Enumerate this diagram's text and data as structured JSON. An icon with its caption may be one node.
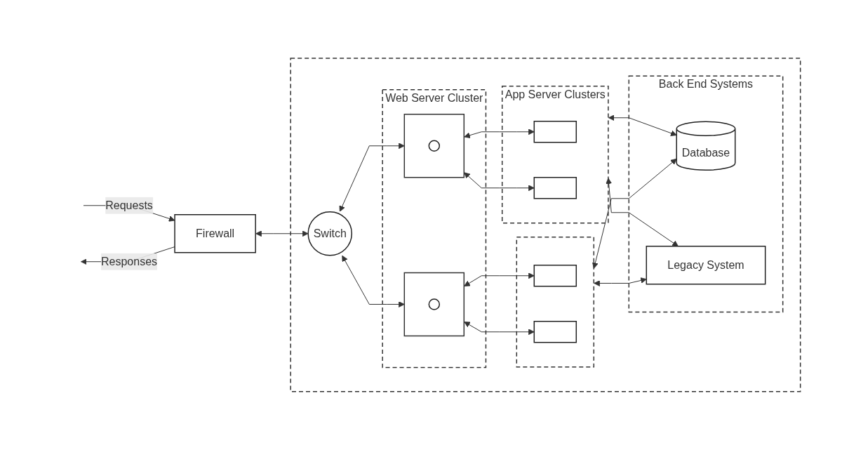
{
  "diagram": {
    "nodes": [
      {
        "text": [
          "Firewall"
        ]
      },
      {
        "text": [],
        "shape": "box"
      },
      {
        "text": [
          "Switch"
        ],
        "in": 1
      },
      {
        "text": [
          "Web Server Cluster"
        ],
        "in": 1
      },
      {
        "text": [],
        "shape": "box",
        "in": 3
      },
      {
        "text": [],
        "shape": "circle",
        "in": 4
      },
      {
        "text": [],
        "shape": "box",
        "in": 3
      },
      {
        "text": [],
        "shape": "circle",
        "in": 6
      },
      {
        "text": [
          "App Server Clusters"
        ],
        "in": 1
      },
      {
        "text": [],
        "shape": "box",
        "in": 8
      },
      {
        "text": [],
        "shape": "box",
        "in": 8
      },
      {
        "text": [],
        "shape": "box",
        "in": 1
      },
      {
        "text": [],
        "shape": "box",
        "in": 11
      },
      {
        "text": [],
        "shape": "box",
        "in": 11
      },
      {
        "text": [
          "Back End Systems"
        ],
        "in": 1
      },
      {
        "text": [
          "Database"
        ],
        "in": 14
      },
      {
        "text": [
          "Legacy System"
        ],
        "in": 14
      }
    ],
    "edges": [
      {
        "from": null,
        "to": 0,
        "arrow": "to",
        "label": "Requests"
      },
      {
        "from": 0,
        "to": null,
        "arrow": "to",
        "label": "Responses"
      },
      {
        "from": 0,
        "to": 2,
        "arrow": "both"
      },
      {
        "from": 2,
        "to": 4,
        "arrow": "both"
      },
      {
        "from": 2,
        "to": 6,
        "arrow": "both"
      },
      {
        "from": 4,
        "to": 9,
        "arrow": "both"
      },
      {
        "from": 4,
        "to": 10,
        "arrow": "both"
      },
      {
        "from": 6,
        "to": 12,
        "arrow": "both"
      },
      {
        "from": 6,
        "to": 13,
        "arrow": "both"
      },
      {
        "from": 8,
        "to": 15,
        "arrow": "both"
      },
      {
        "from": 8,
        "to": 16,
        "arrow": "both"
      },
      {
        "from": 11,
        "to": 15,
        "arrow": "both"
      },
      {
        "from": 11,
        "to": 16,
        "arrow": "both"
      }
    ]
  }
}
